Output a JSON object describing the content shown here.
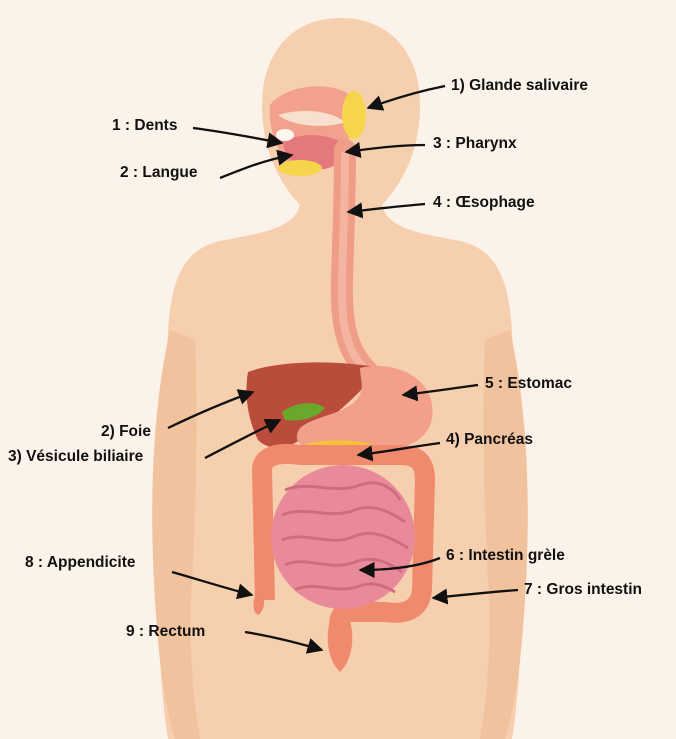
{
  "colors": {
    "background": "#fbf3ea",
    "skin": "#f6cfae",
    "skin_shade": "#f0c29e",
    "esophagus": "#ef9d86",
    "liver": "#b94c3a",
    "gallbladder": "#6aa82c",
    "pancreas": "#f4c23a",
    "large_intestine": "#f08a6c",
    "small_intestine": "#e98a9b",
    "salivary_gland": "#f7d54a",
    "tongue": "#e5787c",
    "arrow": "#111111"
  },
  "labels": {
    "glande_salivaire": "1) Glande salivaire",
    "dents": "1 : Dents",
    "pharynx": "3 : Pharynx",
    "langue": "2 : Langue",
    "oesophage": "4 : Œsophage",
    "estomac": "5 : Estomac",
    "foie": "2) Foie",
    "vesicule": "3) Vésicule biliaire",
    "pancreas": "4) Pancréas",
    "intestin_grele": "6 : Intestin grèle",
    "appendicite": "8 : Appendicite",
    "gros_intestin": "7 : Gros intestin",
    "rectum": "9 : Rectum"
  }
}
